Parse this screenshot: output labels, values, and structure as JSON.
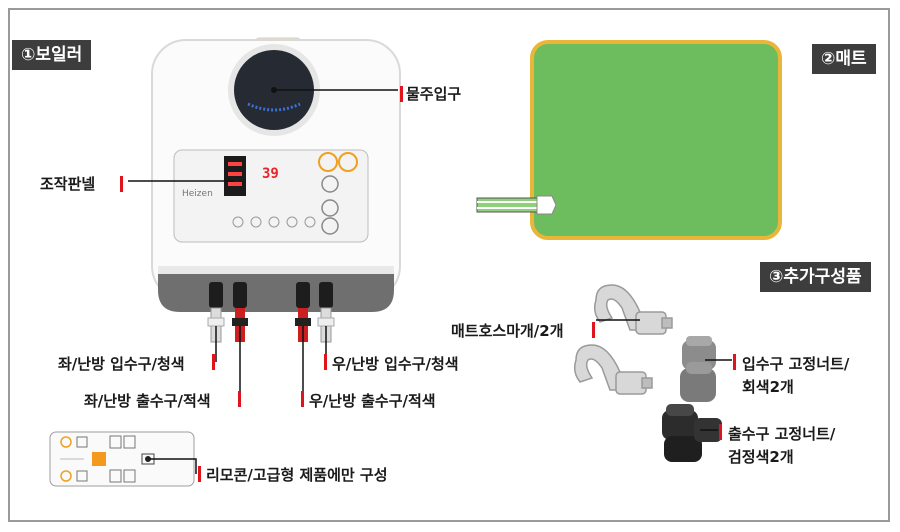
{
  "sections": {
    "boiler_tag": "①보일러",
    "mat_tag": "②매트",
    "extras_tag": "③추가구성품"
  },
  "boiler": {
    "brand": "Heizen",
    "display_value": "39",
    "labels": {
      "water_inlet": "물주입구",
      "control_panel": "조작판넬",
      "left_inlet": "좌/난방 입수구/청색",
      "left_outlet": "좌/난방 출수구/적색",
      "right_inlet": "우/난방 입수구/청색",
      "right_outlet": "우/난방 출수구/적색"
    }
  },
  "remote": {
    "label": "리모콘/고급형 제품에만 구성"
  },
  "extras": {
    "mat_cap_label": "매트호스마개/2개",
    "inlet_nut_label_1": "입수구 고정너트/",
    "inlet_nut_label_2": "회색2개",
    "outlet_nut_label_1": "출수구 고정너트/",
    "outlet_nut_label_2": "검정색2개"
  },
  "colors": {
    "mat_green": "#6dbd5f",
    "mat_border": "#e9b63a",
    "accent_red": "#e0141c",
    "tag_bg": "#3d3d3d"
  }
}
